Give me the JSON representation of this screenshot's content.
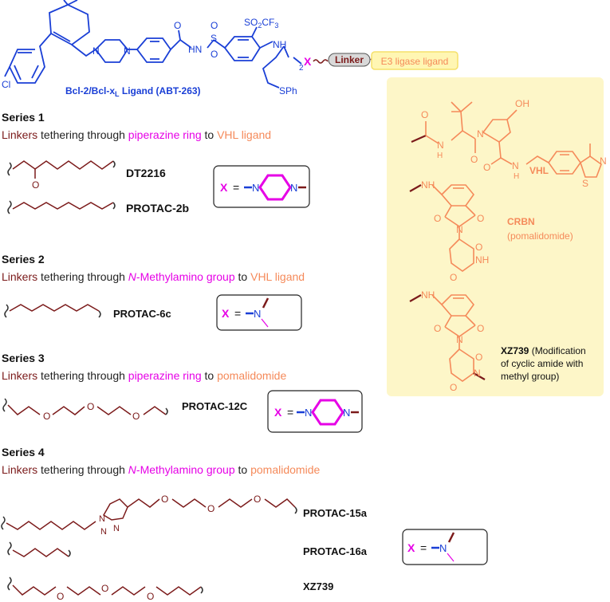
{
  "header": {
    "sub_1": "SO",
    "sub_2": "2",
    "sub_3": "CF",
    "sub_4": "3",
    "nh": "NH",
    "hn": "HN",
    "s": "S",
    "o": "O",
    "cl": "Cl",
    "n": "N",
    "sph": "SPh",
    "ch2": "2",
    "x": "X",
    "linker": "Linker",
    "e3": "E3 ligase ligand",
    "ligand_label_a": "Bcl-2/Bcl-x",
    "ligand_label_sub": "L",
    "ligand_label_b": " Ligand (ABT-263)"
  },
  "panel": {
    "vhl_label": "VHL",
    "crbn_label": "CRBN",
    "crbn_sub": "(pomalidomide)",
    "xz_label": "XZ739",
    "xz_desc_1": " (Modification",
    "xz_desc_2": "of cyclic amide with",
    "xz_desc_3": "methyl group)",
    "oh": "OH",
    "h": "H",
    "o": "O",
    "n": "N",
    "s": "S",
    "nh": "NH"
  },
  "series": [
    {
      "title": "Series 1",
      "desc": [
        {
          "text": "Linkers",
          "color": "#7b1a1a"
        },
        {
          "text": " tethering through ",
          "color": "#222222"
        },
        {
          "text": "piperazine ring",
          "color": "#e600e6"
        },
        {
          "text": " to ",
          "color": "#222222"
        },
        {
          "text": "VHL ligand",
          "color": "#f58a5a"
        }
      ],
      "compounds": [
        "DT2216",
        "PROTAC-2b"
      ]
    },
    {
      "title": "Series 2",
      "desc": [
        {
          "text": "Linkers",
          "color": "#7b1a1a"
        },
        {
          "text": " tethering through ",
          "color": "#222222"
        },
        {
          "text": "N",
          "color": "#e600e6",
          "italic": true
        },
        {
          "text": "-Methylamino group",
          "color": "#e600e6"
        },
        {
          "text": " to ",
          "color": "#222222"
        },
        {
          "text": "VHL ligand",
          "color": "#f58a5a"
        }
      ],
      "compounds": [
        "PROTAC-6c"
      ]
    },
    {
      "title": "Series 3",
      "desc": [
        {
          "text": "Linkers",
          "color": "#7b1a1a"
        },
        {
          "text": " tethering through ",
          "color": "#222222"
        },
        {
          "text": "piperazine ring",
          "color": "#e600e6"
        },
        {
          "text": " to ",
          "color": "#222222"
        },
        {
          "text": "pomalidomide",
          "color": "#f58a5a"
        }
      ],
      "compounds": [
        "PROTAC-12C"
      ]
    },
    {
      "title": "Series 4",
      "desc": [
        {
          "text": "Linkers",
          "color": "#7b1a1a"
        },
        {
          "text": " tethering through ",
          "color": "#222222"
        },
        {
          "text": "N",
          "color": "#e600e6",
          "italic": true
        },
        {
          "text": "-Methylamino group",
          "color": "#e600e6"
        },
        {
          "text": " to ",
          "color": "#222222"
        },
        {
          "text": "pomalidomide",
          "color": "#f58a5a"
        }
      ],
      "compounds": [
        "PROTAC-15a",
        "PROTAC-16a",
        "XZ739"
      ]
    }
  ],
  "xbox": {
    "x": "X",
    "eq": "=",
    "n": "N"
  },
  "triazole": {
    "n": "N"
  },
  "colors": {
    "blue": "#1a3fd6",
    "maroon": "#7b1a1a",
    "magenta": "#e600e6",
    "orange": "#f58a5a",
    "panel_bg": "#fdf6c8",
    "black": "#111111"
  }
}
